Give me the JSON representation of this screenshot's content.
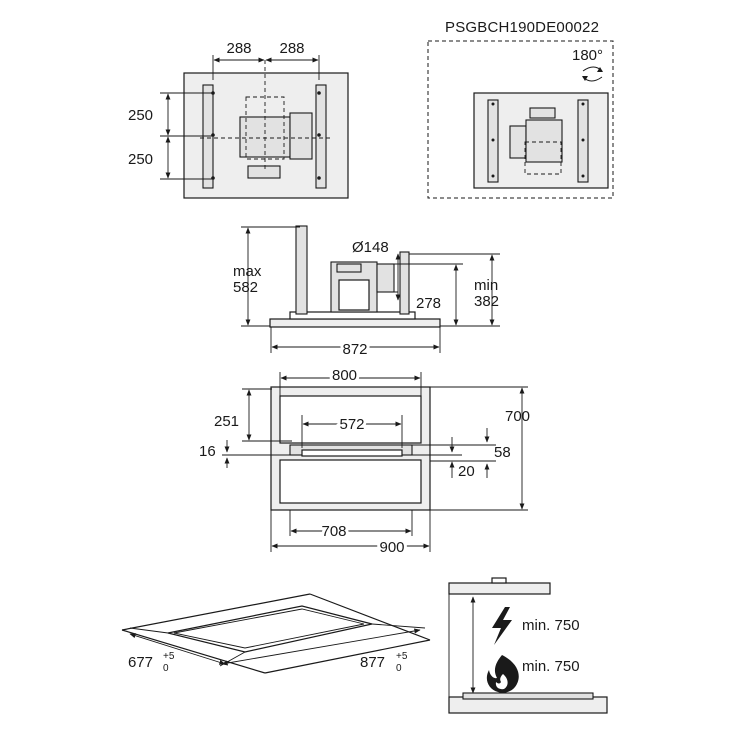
{
  "product_code": "PSGBCH190DE00022",
  "top_view": {
    "dim_horizontal_left": "288",
    "dim_horizontal_right": "288",
    "dim_vertical_top": "250",
    "dim_vertical_bottom": "250"
  },
  "rotated_view": {
    "rotation_label": "180°"
  },
  "side_view": {
    "max_label": "max",
    "max_value": "582",
    "diameter": "Ø148",
    "height": "278",
    "min_label": "min",
    "min_value": "382",
    "width": "872"
  },
  "front_view": {
    "width_top": "800",
    "inner_width": "572",
    "height_left": "251",
    "total_height": "700",
    "dim_16": "16",
    "dim_58": "58",
    "dim_20": "20",
    "width_bottom_inner": "708",
    "width_bottom": "900"
  },
  "cutout": {
    "depth": "677",
    "depth_tolerance_plus": "+5",
    "depth_tolerance_zero": "0",
    "width": "877",
    "width_tolerance_plus": "+5",
    "width_tolerance_zero": "0"
  },
  "clearance": {
    "electric_icon": "lightning-bolt-icon",
    "electric_value": "min. 750",
    "gas_icon": "flame-icon",
    "gas_value": "min. 750"
  }
}
